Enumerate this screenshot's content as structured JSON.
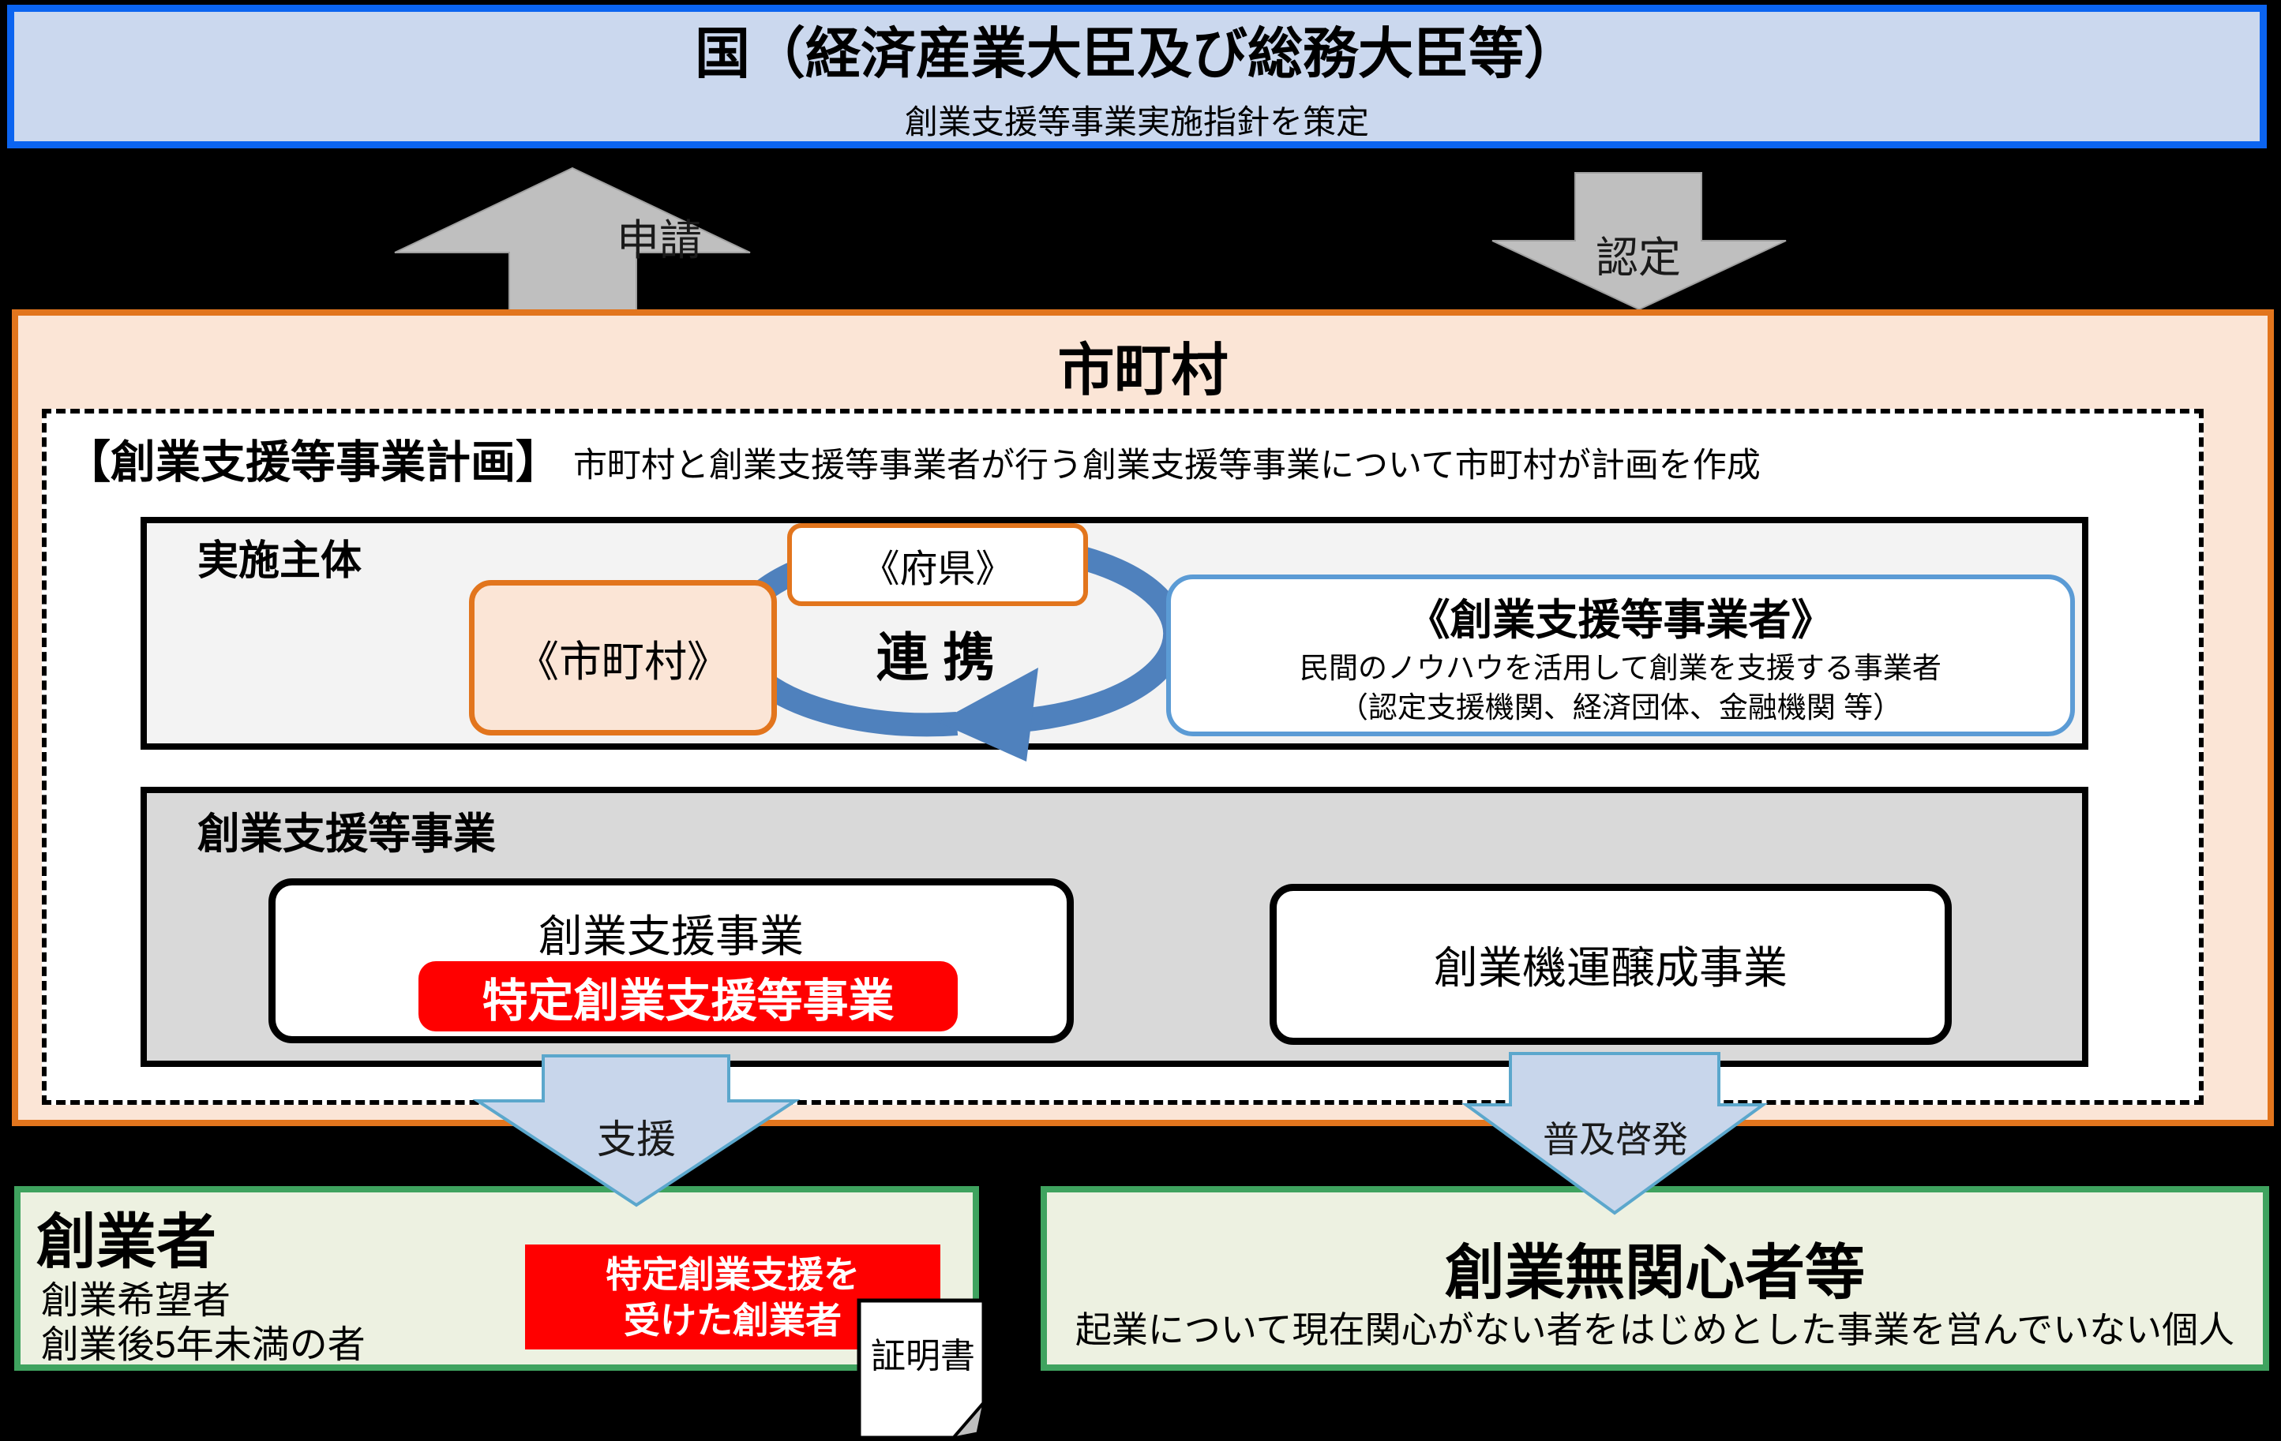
{
  "colors": {
    "background": "#000000",
    "national_border": "#0B64F0",
    "national_fill": "#CBD8EE",
    "orange_border": "#E2751D",
    "peach_fill": "#FBE5D6",
    "provider_border": "#5B9BD5",
    "gray_arrow": "#BFBFBF",
    "blue_arrow_fill": "#C8D6EB",
    "blue_arrow_stroke": "#5BA7CC",
    "cycle_arrow": "#4F81BD",
    "green_border": "#3FA35F",
    "green_fill": "#EDF1E1",
    "red": "#FF0000",
    "programs_fill": "#D9D9D9",
    "impl_fill": "#F3F3F3"
  },
  "national": {
    "title": "国（経済産業大臣及び総務大臣等）",
    "subtitle": "創業支援等事業実施指針を策定"
  },
  "flow": {
    "apply": "申請",
    "certify": "認定",
    "support": "支援",
    "outreach": "普及啓発"
  },
  "municipality": {
    "title": "市町村"
  },
  "plan": {
    "heading": "【創業支援等事業計画】",
    "description": "市町村と創業支援等事業者が行う創業支援等事業について市町村が計画を作成"
  },
  "implementers": {
    "label": "実施主体",
    "municipality": "《市町村》",
    "prefecture": "《府県》",
    "cooperation": "連 携",
    "provider_title": "《創業支援等事業者》",
    "provider_line1": "民間のノウハウを活用して創業を支援する事業者",
    "provider_line2": "（認定支援機関、経済団体、金融機関 等）"
  },
  "programs": {
    "label": "創業支援等事業",
    "support_title": "創業支援事業",
    "support_badge": "特定創業支援等事業",
    "momentum_title": "創業機運醸成事業"
  },
  "founders": {
    "title": "創業者",
    "line1": "創業希望者",
    "line2": "創業後5年未満の者",
    "badge_line1": "特定創業支援を",
    "badge_line2": "受けた創業者",
    "certificate_label": "証明書"
  },
  "uninterested": {
    "title": "創業無関心者等",
    "description": "起業について現在関心がない者をはじめとした事業を営んでいない個人"
  }
}
